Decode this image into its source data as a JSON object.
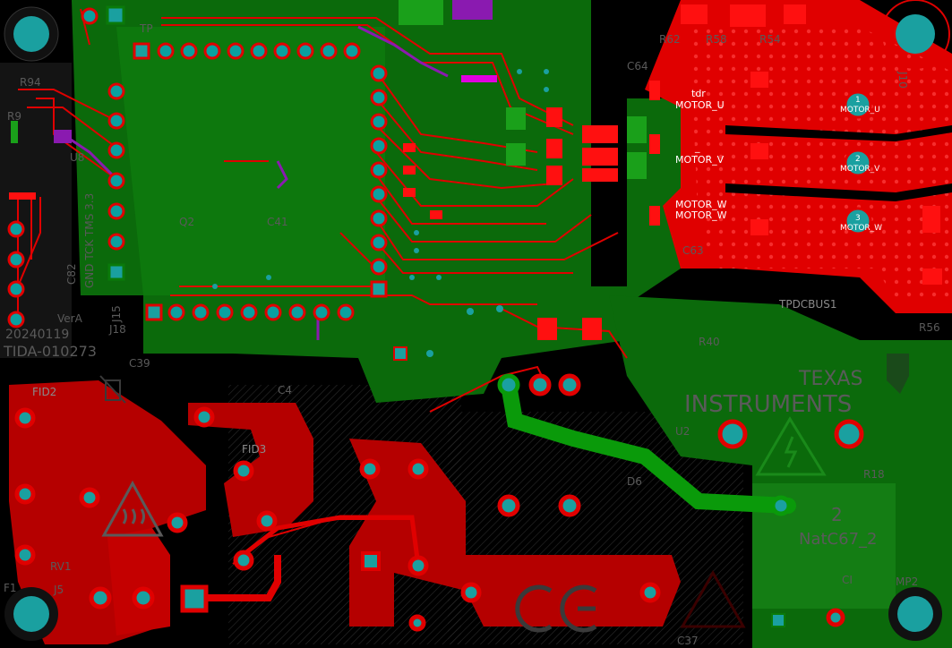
{
  "board": {
    "colors": {
      "background": "#000000",
      "top_copper": "#e00000",
      "bottom_copper": "#0a7a0a",
      "pad": "#1aa0a0",
      "silkscreen": "#5a5a5a",
      "purple_trace": "#8a1ab0",
      "magenta_trace": "#e000e0"
    },
    "silk_labels": {
      "r94": "R94",
      "r9": "R9",
      "u8": "U8",
      "c82": "C82",
      "tms": "GND TCK TMS 3.3",
      "j15": "J15",
      "j18": "J18",
      "ver": "VerA",
      "date": "20240119",
      "tida": "TIDA-010273",
      "c39": "C39",
      "fid2": "FID2",
      "fid3": "FID3",
      "rv1": "RV1",
      "f1": "F1",
      "j5": "J5",
      "c4": "C4",
      "c41": "C41",
      "q2": "Q2",
      "tp": "TP",
      "r62": "R62",
      "r58": "R58",
      "r54": "R54",
      "c64": "C64",
      "c63": "C63",
      "tpdcbus1": "TPDCBUS1",
      "r40": "R40",
      "r56": "R56",
      "r18": "R18",
      "u2": "U2",
      "d6": "D6",
      "mp2": "MP2",
      "ci": "CI",
      "c37": "C37",
      "texas": "TEXAS",
      "instruments": "INSTRUMENTS",
      "nat": "NatC67_2",
      "num2": "2",
      "j10": "J10"
    },
    "motor_labels": {
      "tdr": "tdr",
      "u": "MOTOR_U",
      "v_dash": "_",
      "v": "MOTOR_V",
      "w1": "MOTOR_W",
      "w2": "MOTOR_W",
      "pad1_num": "1",
      "pad1_name": "MOTOR_U",
      "pad2_num": "2",
      "pad2_name": "MOTOR_V",
      "pad3_num": "3",
      "pad3_name": "MOTOR_W"
    },
    "icons": [
      "mounting-hole-icon",
      "hot-surface-warning-icon",
      "high-voltage-warning-icon",
      "ti-logo-icon",
      "ce-mark-icon",
      "recycle-bin-icon"
    ]
  }
}
